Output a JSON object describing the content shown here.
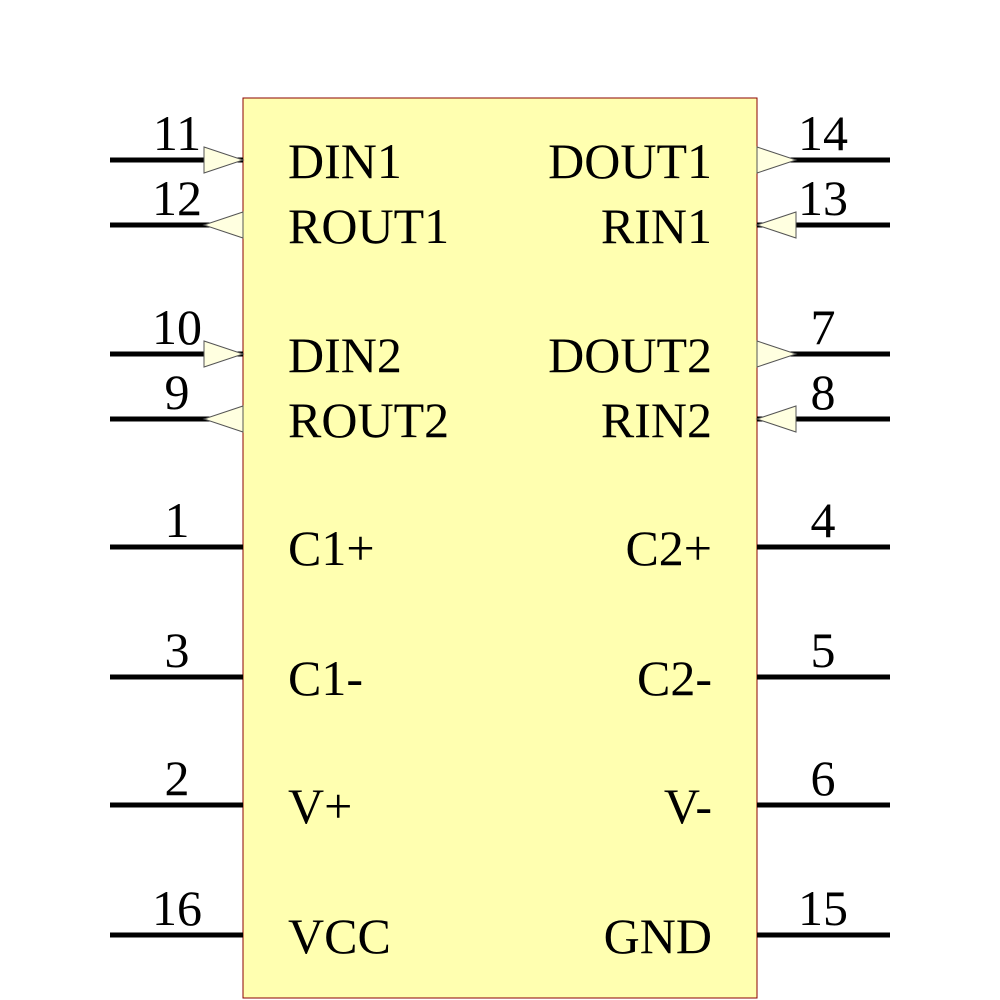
{
  "component": {
    "body_fill": "#FFFFB0",
    "body_stroke": "#8B0000",
    "pin_color": "#000000",
    "arrow_fill": "#FFFFE0"
  },
  "pins": {
    "left": [
      {
        "number": "11",
        "name": "DIN1",
        "arrow": "in"
      },
      {
        "number": "12",
        "name": "ROUT1",
        "arrow": "out"
      },
      {
        "number": "10",
        "name": "DIN2",
        "arrow": "in"
      },
      {
        "number": "9",
        "name": "ROUT2",
        "arrow": "out"
      },
      {
        "number": "1",
        "name": "C1+",
        "arrow": "none"
      },
      {
        "number": "3",
        "name": "C1-",
        "arrow": "none"
      },
      {
        "number": "2",
        "name": "V+",
        "arrow": "none"
      },
      {
        "number": "16",
        "name": "VCC",
        "arrow": "none"
      }
    ],
    "right": [
      {
        "number": "14",
        "name": "DOUT1",
        "arrow": "out"
      },
      {
        "number": "13",
        "name": "RIN1",
        "arrow": "in"
      },
      {
        "number": "7",
        "name": "DOUT2",
        "arrow": "out"
      },
      {
        "number": "8",
        "name": "RIN2",
        "arrow": "in"
      },
      {
        "number": "4",
        "name": "C2+",
        "arrow": "none"
      },
      {
        "number": "5",
        "name": "C2-",
        "arrow": "none"
      },
      {
        "number": "6",
        "name": "V-",
        "arrow": "none"
      },
      {
        "number": "15",
        "name": "GND",
        "arrow": "none"
      }
    ]
  }
}
